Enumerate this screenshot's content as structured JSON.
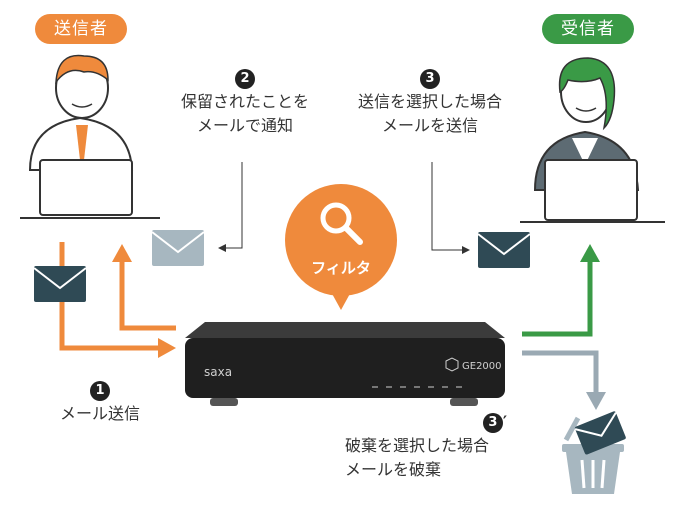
{
  "sender": {
    "badge": "送信者",
    "color": "#ef8a3c"
  },
  "receiver": {
    "badge": "受信者",
    "color": "#3a9a46"
  },
  "filter": {
    "label": "フィルタ",
    "icon": "search-icon",
    "color": "#ef8a3c"
  },
  "device": {
    "brand": "saxa",
    "model": "GE2000"
  },
  "steps": {
    "s1": {
      "num": "1",
      "text": "メール送信"
    },
    "s2": {
      "num": "2",
      "line1": "保留されたことを",
      "line2": "メールで通知"
    },
    "s3": {
      "num": "3",
      "line1": "送信を選択した場合",
      "line2": "メールを送信"
    },
    "s3p": {
      "num": "3",
      "prime": "′",
      "line1": "破棄を選択した場合",
      "line2": "メールを破棄"
    }
  },
  "colors": {
    "orange": "#ef8a3c",
    "green": "#3a9a46",
    "gray": "#9aa9b3",
    "envelope_dark": "#2f4a55",
    "envelope_light": "#a7b7c0"
  }
}
